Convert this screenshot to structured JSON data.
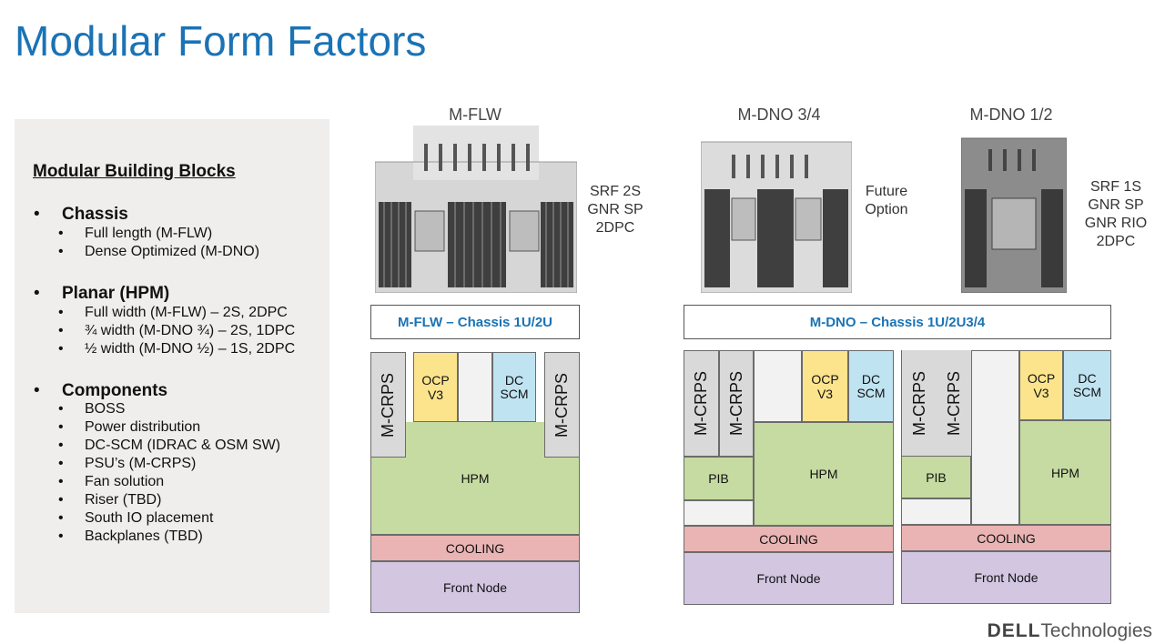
{
  "page_title": "Modular Form Factors",
  "left_panel": {
    "heading": "Modular Building Blocks",
    "sections": [
      {
        "label": "Chassis",
        "items": [
          "Full length (M-FLW)",
          "Dense Optimized (M-DNO)"
        ]
      },
      {
        "label": "Planar (HPM)",
        "items": [
          "Full width (M-FLW) – 2S, 2DPC",
          "¾ width (M-DNO ¾) – 2S, 1DPC",
          "½ width (M-DNO ½) – 1S, 2DPC"
        ]
      },
      {
        "label": "Components",
        "items": [
          "BOSS",
          "Power distribution",
          "DC-SCM (IDRAC & OSM SW)",
          "PSU’s (M-CRPS)",
          "Fan solution",
          "Riser (TBD)",
          "South IO placement",
          "Backplanes (TBD)"
        ]
      }
    ]
  },
  "boards": {
    "mflw": {
      "title": "M-FLW",
      "note": [
        "SRF 2S",
        "GNR SP",
        "2DPC"
      ]
    },
    "mdno34": {
      "title": "M-DNO 3/4",
      "note": [
        "Future",
        "Option"
      ]
    },
    "mdno12": {
      "title": "M-DNO 1/2",
      "note": [
        "SRF 1S",
        "GNR SP",
        "GNR RIO",
        "2DPC"
      ]
    }
  },
  "chassis": {
    "mflw_label": "M-FLW – Chassis 1U/2U",
    "mdno_label": "M-DNO – Chassis 1U/2U3/4"
  },
  "blocks": {
    "crps": "M-CRPS",
    "ocp": "OCP V3",
    "dc": "DC",
    "scm": "SCM",
    "hpm": "HPM",
    "pib": "PIB",
    "cooling": "COOLING",
    "front": "Front Node"
  },
  "logo": {
    "brand": "DELL",
    "suffix": "Technologies"
  },
  "colors": {
    "title": "#1a73b5",
    "ocp": "#fce48d",
    "dcscm": "#bfe3f1",
    "hpm": "#c6dba1",
    "cooling": "#e9b4b3",
    "front_node": "#d2c6e1",
    "crps": "#d9d9d9"
  }
}
